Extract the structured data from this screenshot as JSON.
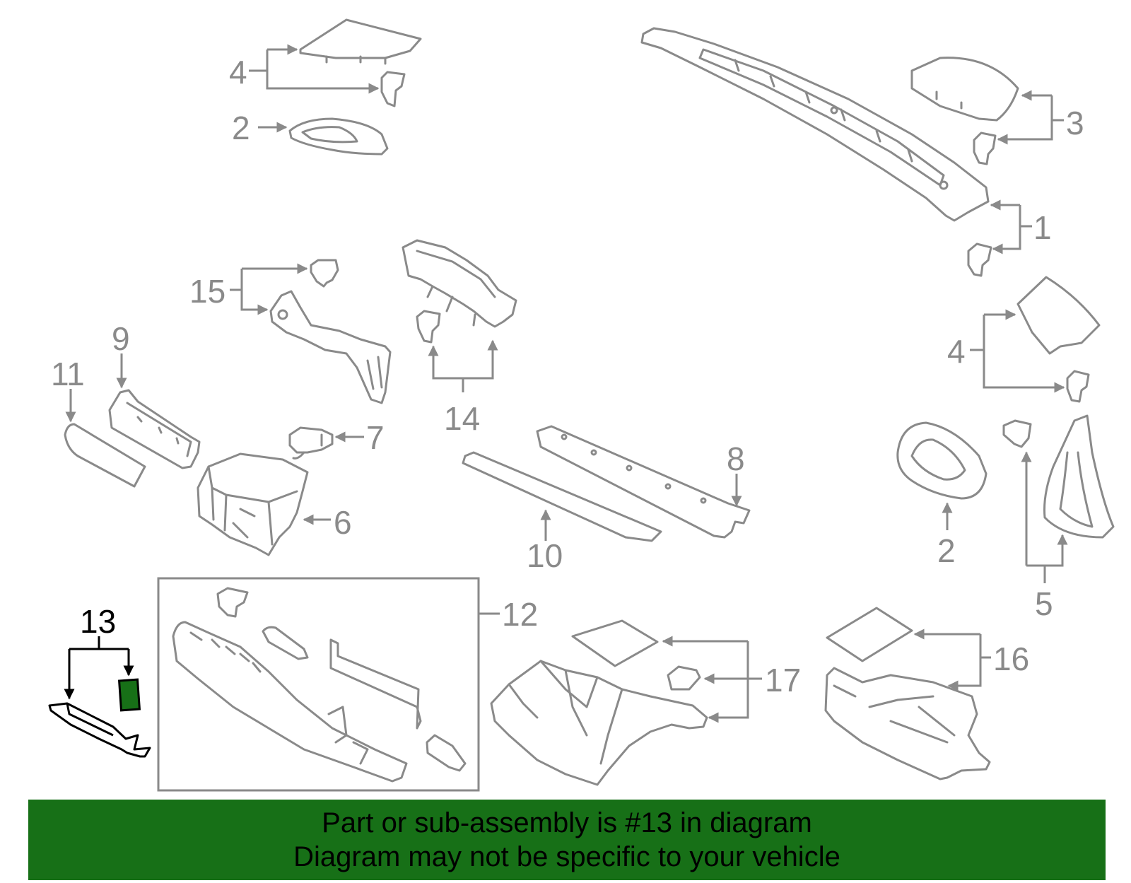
{
  "diagram": {
    "labels": {
      "l1": "1",
      "l2a": "2",
      "l2b": "2",
      "l3": "3",
      "l4a": "4",
      "l4b": "4",
      "l5": "5",
      "l6": "6",
      "l7": "7",
      "l8": "8",
      "l9": "9",
      "l10": "10",
      "l11": "11",
      "l12": "12",
      "l13": "13",
      "l14": "14",
      "l15": "15",
      "l16": "16",
      "l17": "17"
    },
    "highlight_color": "#177017",
    "line_color": "#8a8a8a"
  },
  "banner": {
    "line1": "Part or sub-assembly is #13 in diagram",
    "line2": "Diagram may not be specific to your vehicle",
    "background": "#177017"
  }
}
